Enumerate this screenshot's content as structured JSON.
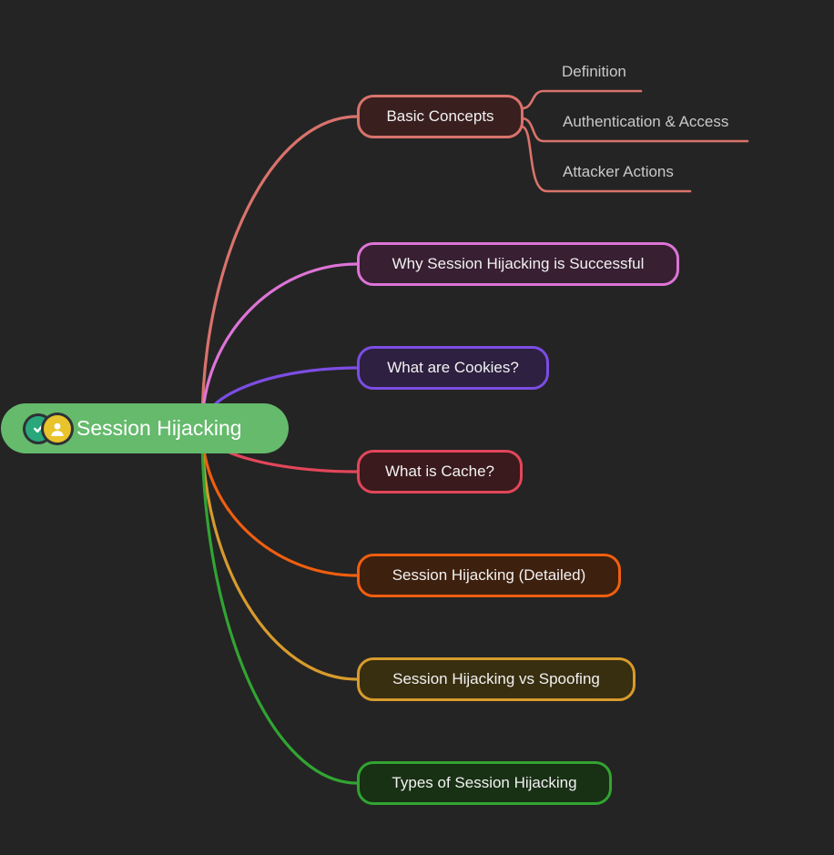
{
  "diagram": {
    "background": "#242424",
    "node_text_color": "#F2F2F2",
    "leaf_text_color": "#C9C9C9",
    "root": {
      "label": "Session Hijacking",
      "fill": "#65BA6C",
      "text_color": "#FFFFFF",
      "badges": [
        {
          "name": "check-icon",
          "color": "#29A87B"
        },
        {
          "name": "user-icon",
          "color": "#E8C32B"
        }
      ]
    },
    "branches": [
      {
        "label": "Basic Concepts",
        "border": "#D9736C",
        "fill": "#3A1F1F",
        "children": [
          {
            "label": "Definition"
          },
          {
            "label": "Authentication & Access"
          },
          {
            "label": "Attacker Actions"
          }
        ]
      },
      {
        "label": "Why Session Hijacking is Successful",
        "border": "#DD74D6",
        "fill": "#381F32"
      },
      {
        "label": "What are Cookies?",
        "border": "#7C4DE4",
        "fill": "#2D2040"
      },
      {
        "label": "What is Cache?",
        "border": "#E3465A",
        "fill": "#3A1A1C"
      },
      {
        "label": "Session Hijacking (Detailed)",
        "border": "#F05F0F",
        "fill": "#3E200E"
      },
      {
        "label": "Session Hijacking vs Spoofing",
        "border": "#D79B2D",
        "fill": "#382E10"
      },
      {
        "label": "Types of Session Hijacking",
        "border": "#32A432",
        "fill": "#183014"
      }
    ]
  }
}
